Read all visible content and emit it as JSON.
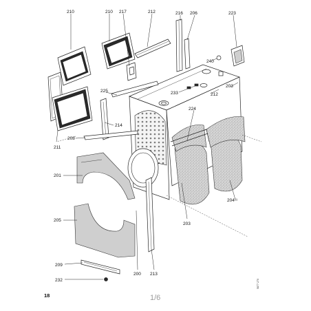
{
  "diagram": {
    "part_labels": {
      "l210a": "210",
      "l210b": "210",
      "l217": "217",
      "l212a": "212",
      "l216": "216",
      "l206": "206",
      "l223": "223",
      "l240": "240",
      "l225": "225",
      "l233": "233",
      "l212b": "212",
      "l203a": "203",
      "l224": "224",
      "l214": "214",
      "l208": "208",
      "l211": "211",
      "l201": "201",
      "l205": "205",
      "l203b": "203",
      "l204": "204¹¹",
      "l209": "209",
      "l232": "232",
      "l200": "200",
      "l213": "213"
    },
    "page_number": "18",
    "folio": "1/6",
    "document_code": "5877 270"
  }
}
